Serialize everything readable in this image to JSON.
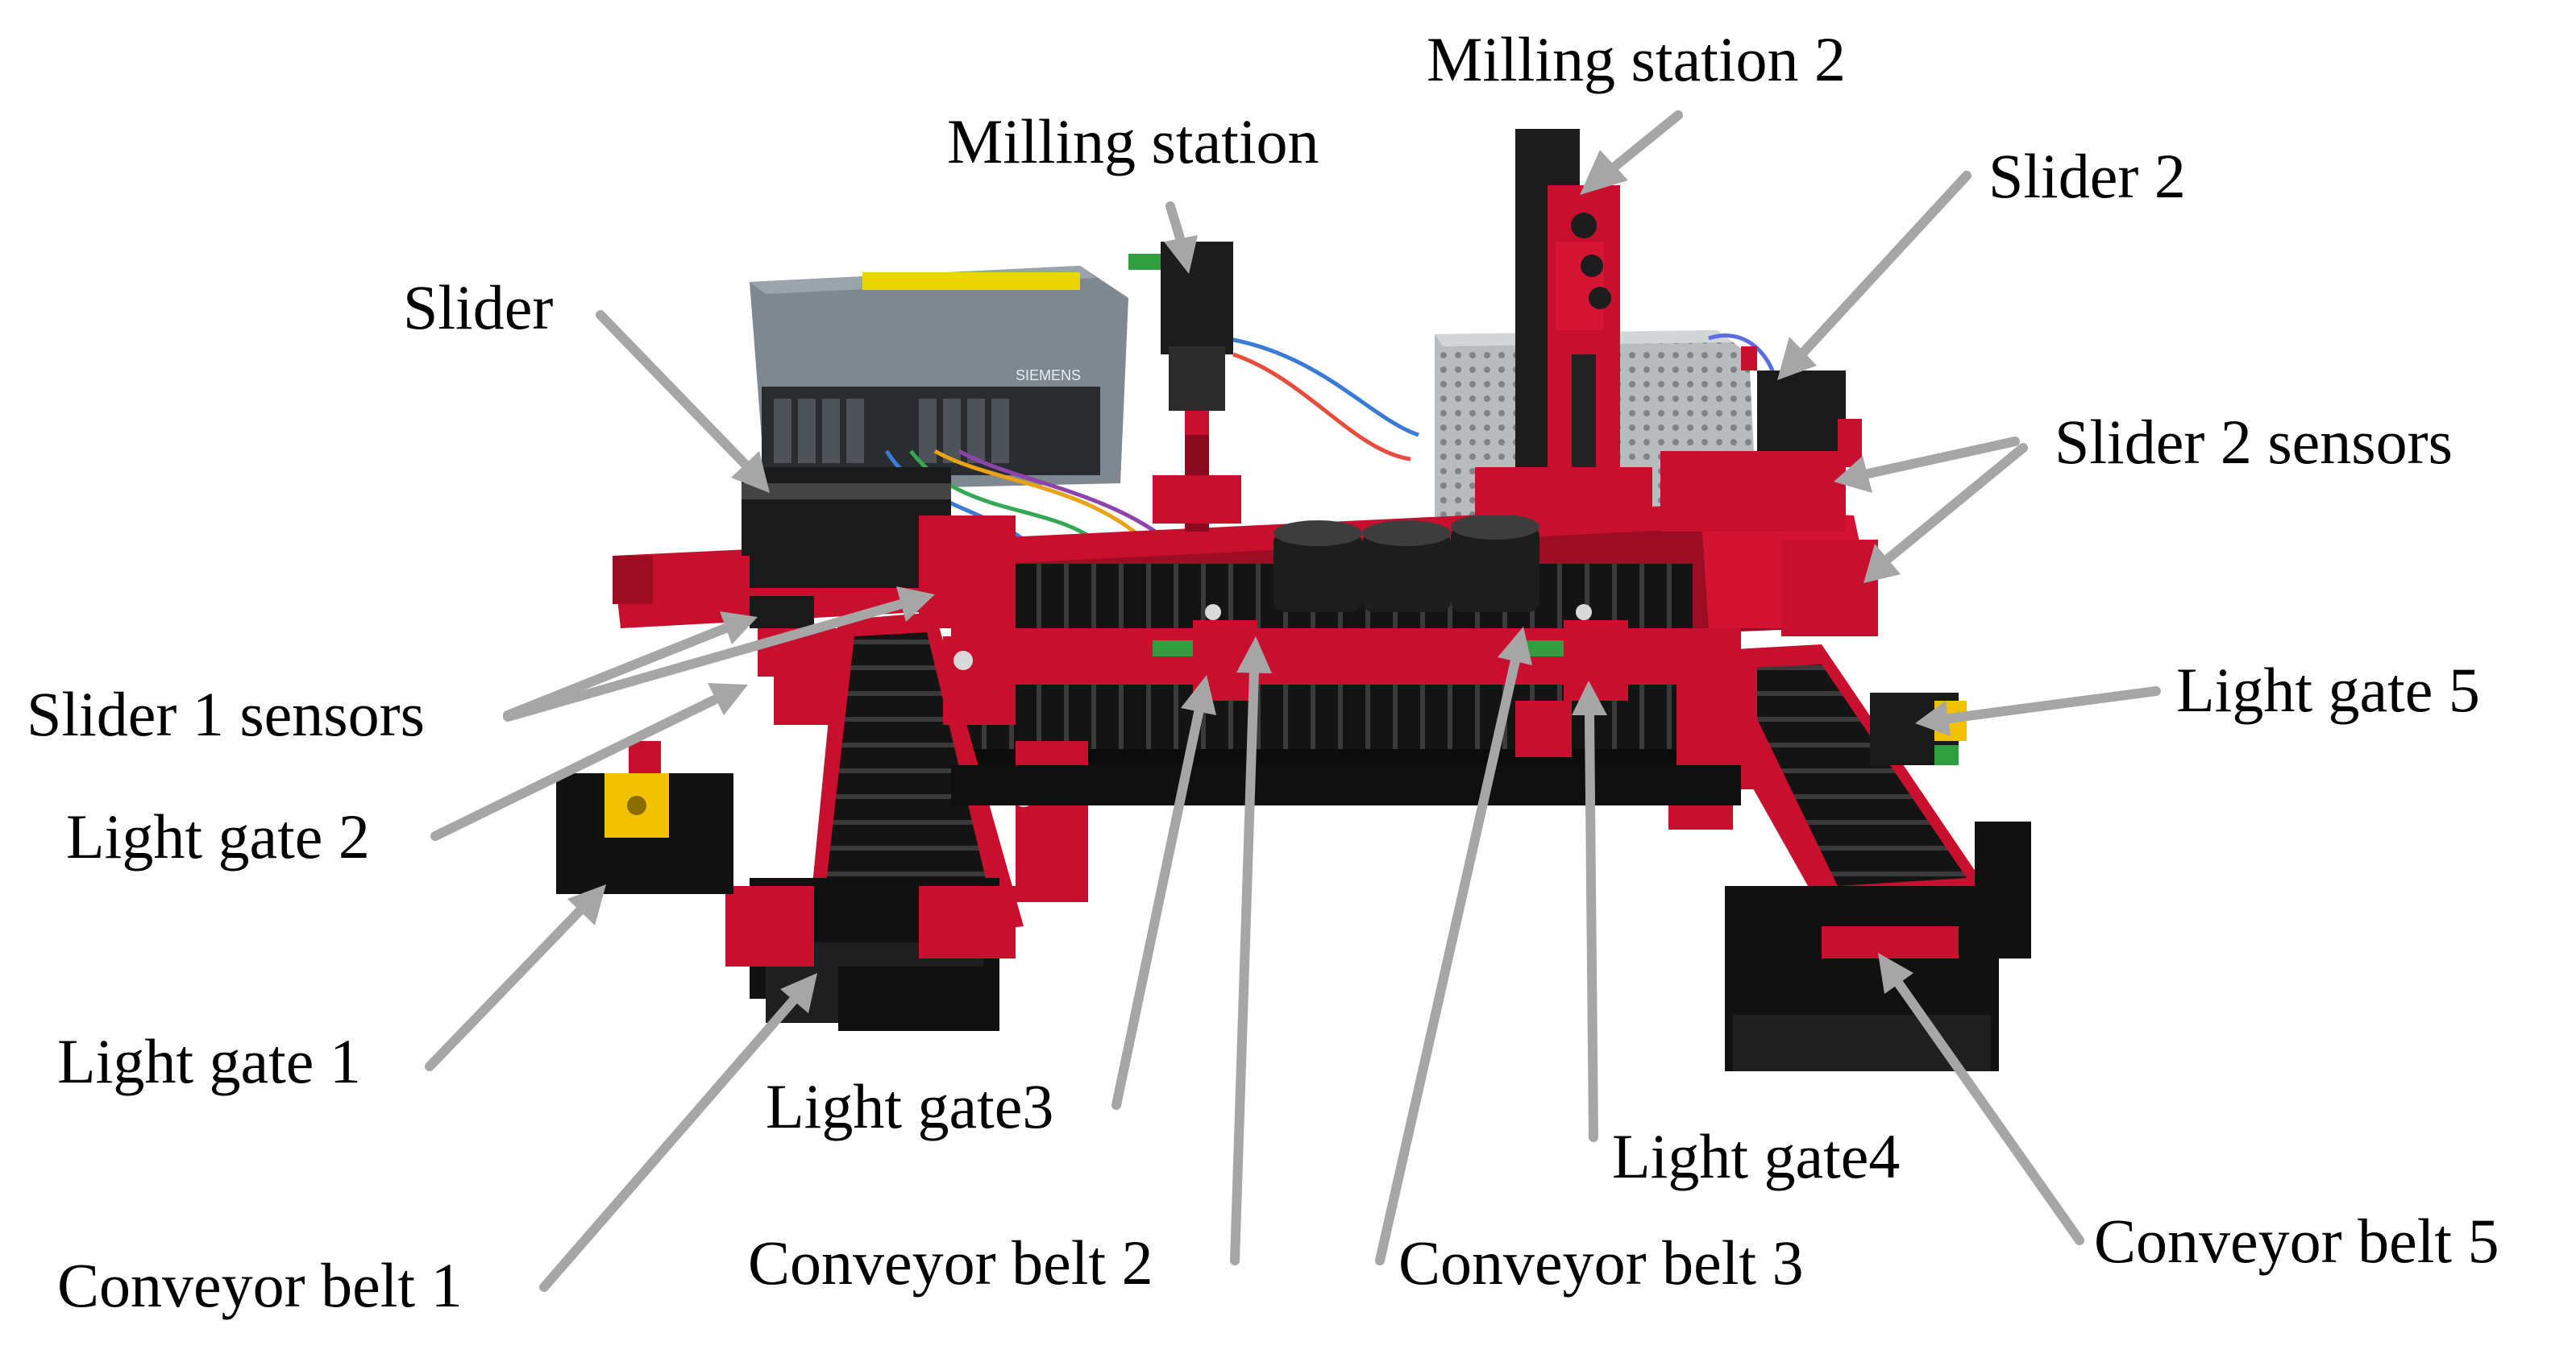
{
  "labels": {
    "milling_station_2": "Milling station 2",
    "milling_station": "Milling station",
    "slider_2": "Slider 2",
    "slider": "Slider",
    "slider_2_sensors": "Slider 2 sensors",
    "slider_1_sensors": "Slider 1 sensors",
    "light_gate_5": "Light gate 5",
    "light_gate_2": "Light gate 2",
    "light_gate_1": "Light gate 1",
    "light_gate_3": "Light gate3",
    "light_gate_4": "Light gate4",
    "conveyor_belt_1": "Conveyor belt 1",
    "conveyor_belt_2": "Conveyor belt 2",
    "conveyor_belt_3": "Conveyor belt 3",
    "conveyor_belt_5": "Conveyor belt 5"
  },
  "plc": {
    "brand_text": "SIEMENS"
  },
  "colors": {
    "background": "#ffffff",
    "arrow": "#a6a6a6",
    "model_red": "#c8102e",
    "model_black": "#151515",
    "plc_grey": "#7d8891",
    "plc_strip": "#e9d600",
    "power_supply": "#b9bcbf",
    "light_gate_yellow": "#f2c200"
  }
}
